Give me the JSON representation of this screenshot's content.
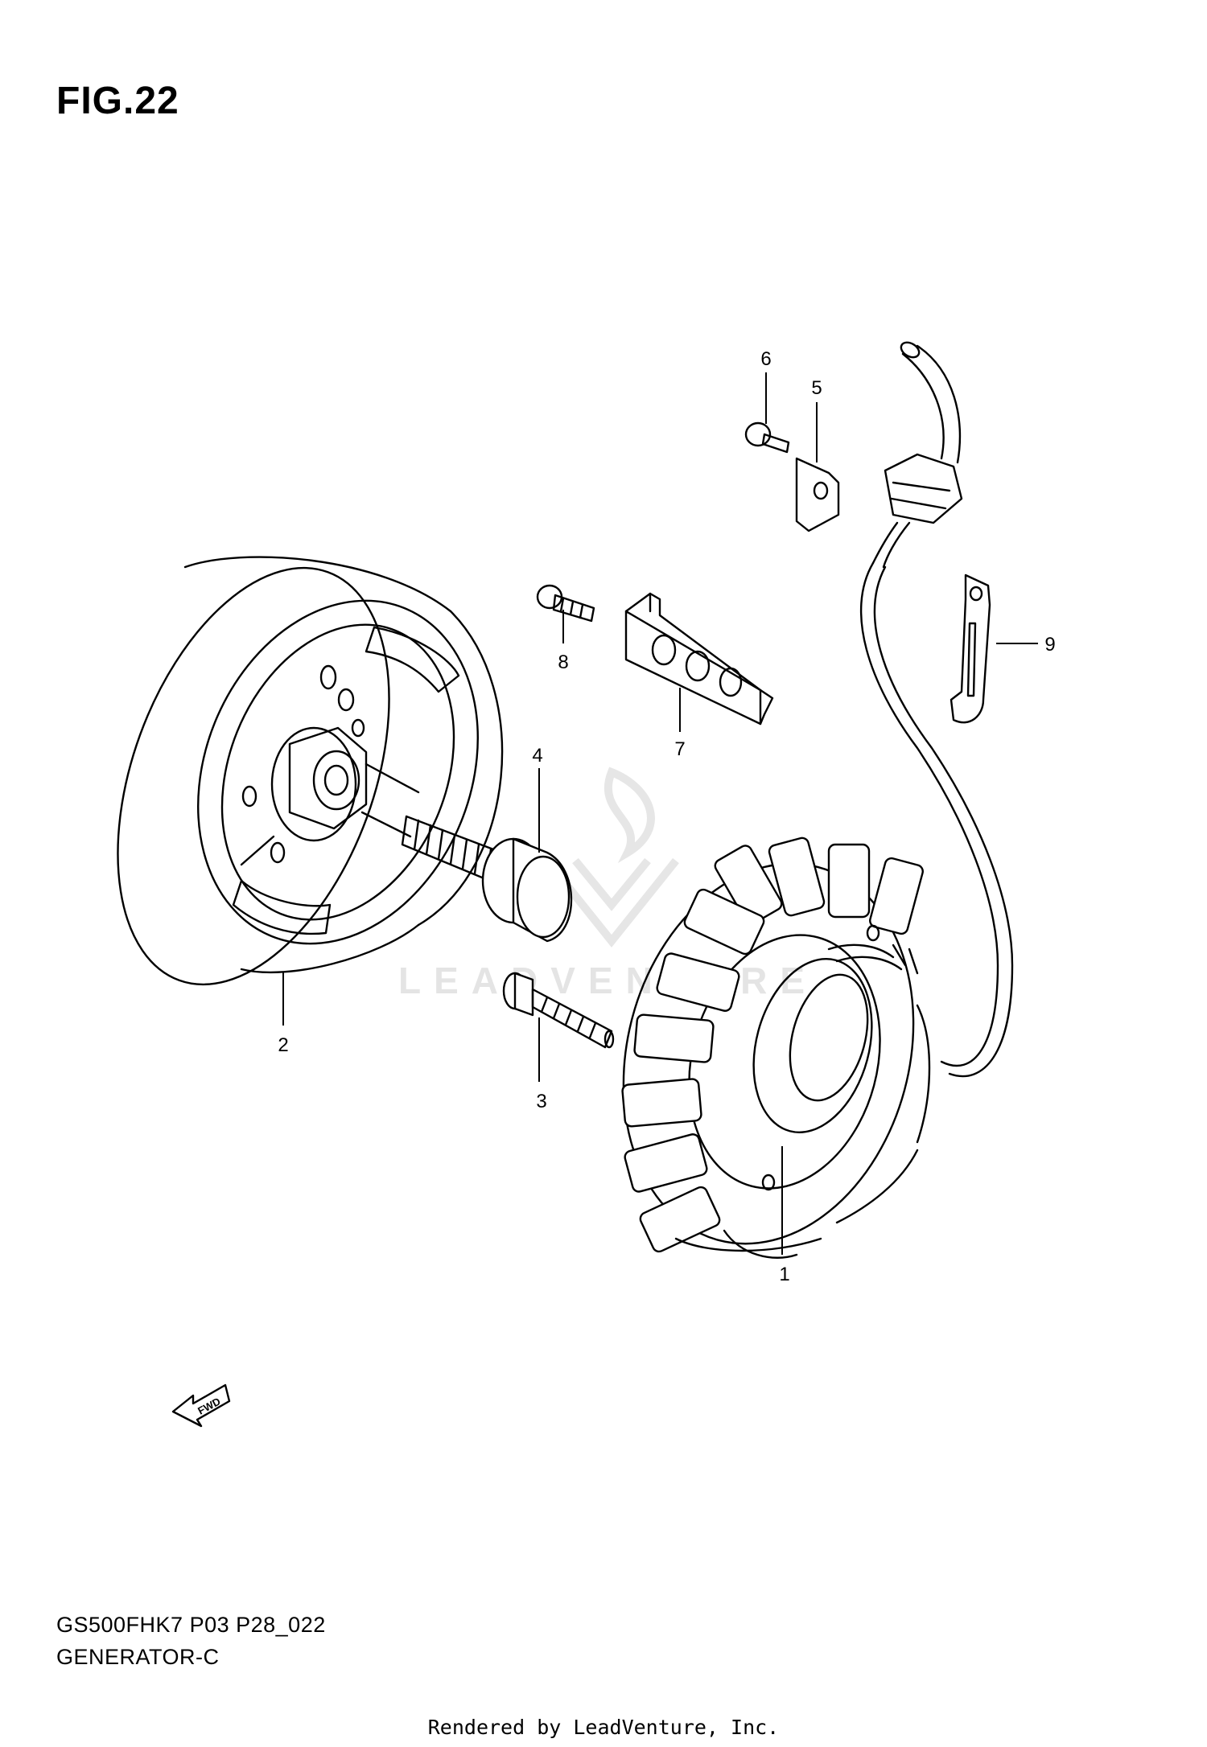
{
  "figure": {
    "title": "FIG.22",
    "model_code": "GS500FHK7 P03 P28_022",
    "section_name": "GENERATOR-C",
    "footer": "Rendered by LeadVenture, Inc.",
    "watermark_text": "LEADVENTURE",
    "direction_label": "FWD"
  },
  "parts": [
    {
      "ref": "1",
      "part": "stator"
    },
    {
      "ref": "2",
      "part": "rotor"
    },
    {
      "ref": "3",
      "part": "bolt"
    },
    {
      "ref": "4",
      "part": "rotor bolt"
    },
    {
      "ref": "5",
      "part": "clamp"
    },
    {
      "ref": "6",
      "part": "screw"
    },
    {
      "ref": "7",
      "part": "plate"
    },
    {
      "ref": "8",
      "part": "screw"
    },
    {
      "ref": "9",
      "part": "clamp"
    }
  ],
  "colors": {
    "line": "#000000",
    "background": "#ffffff",
    "watermark": "#e4e4e4"
  }
}
